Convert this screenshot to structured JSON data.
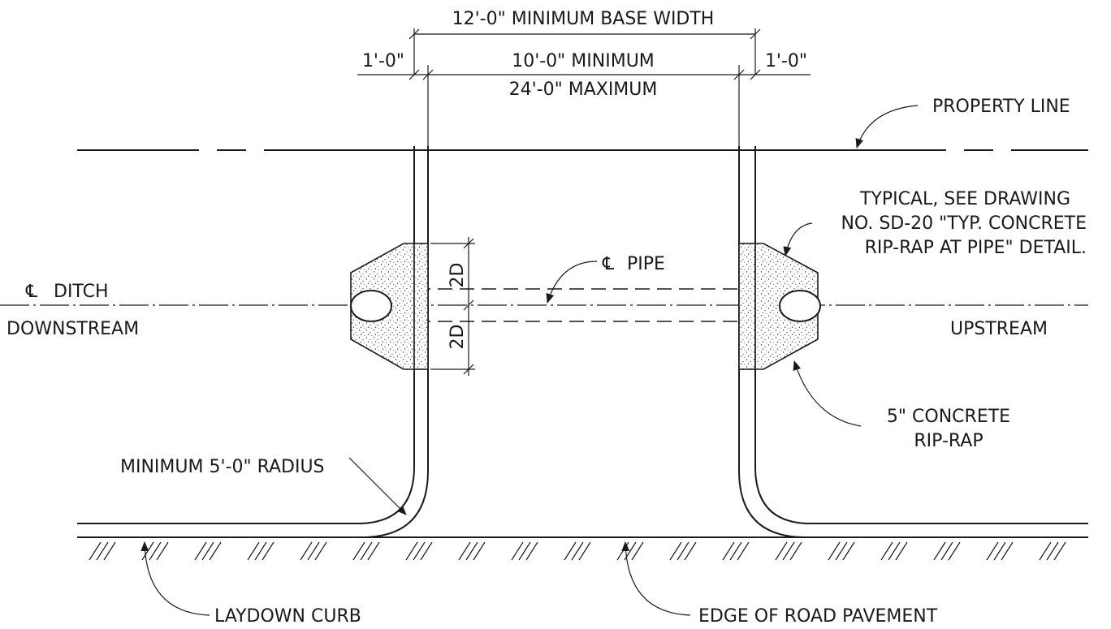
{
  "dimensions": {
    "base_width": "12'-0\" MINIMUM BASE WIDTH",
    "left_offset": "1'-0\"",
    "right_offset": "1'-0\"",
    "minimum": "10'-0\" MINIMUM",
    "maximum": "24'-0\" MAXIMUM",
    "upper_2d": "2D",
    "lower_2d": "2D"
  },
  "labels": {
    "property_line": "PROPERTY LINE",
    "note_line1": "TYPICAL, SEE DRAWING",
    "note_line2": "NO. SD-20 \"TYP. CONCRETE",
    "note_line3": "RIP-RAP AT PIPE\" DETAIL.",
    "cl_pipe": "PIPE",
    "cl_ditch": "DITCH",
    "centerline_symbol": "℄",
    "downstream": "DOWNSTREAM",
    "upstream": "UPSTREAM",
    "riprap_line1": "5\" CONCRETE",
    "riprap_line2": "RIP-RAP",
    "radius": "MINIMUM 5'-0\" RADIUS",
    "laydown_curb": "LAYDOWN CURB",
    "edge_pavement": "EDGE OF ROAD PAVEMENT"
  }
}
